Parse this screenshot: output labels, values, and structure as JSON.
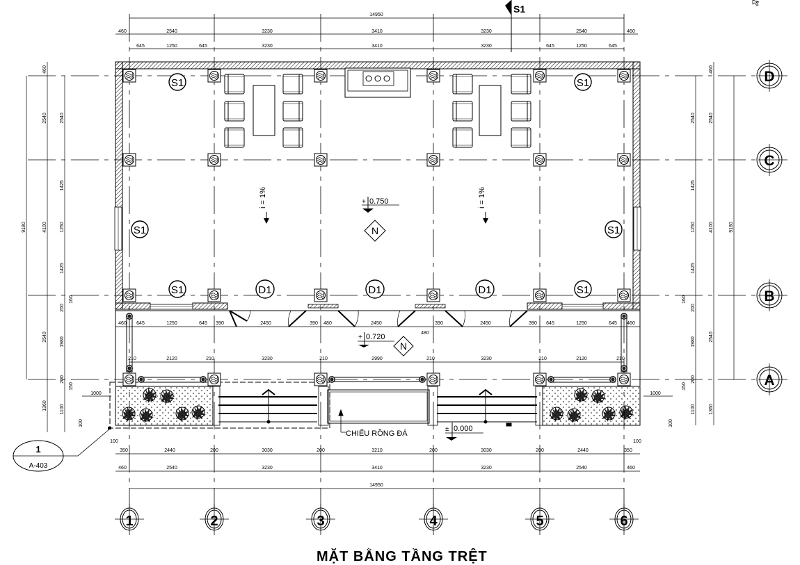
{
  "drawing": {
    "title": "MẶT BẰNG TẦNG TRỆT",
    "section_marker": "S1",
    "callout": {
      "number": "1",
      "sheet": "A-403"
    },
    "north_label": "N",
    "levels": {
      "hall": "0.750",
      "porch": "0.720",
      "ground": "0.000"
    },
    "level_prefix_hall": "+",
    "level_prefix_porch": "+",
    "level_prefix_ground": "±",
    "slope_label": "i = 1%",
    "paving_label": "CHIẾU RỒNG ĐÁ",
    "grid_columns": [
      "1",
      "2",
      "3",
      "4",
      "5",
      "6"
    ],
    "grid_rows": [
      "D",
      "C",
      "B",
      "A"
    ],
    "window_tags": [
      "S1",
      "S1",
      "S1",
      "S1",
      "S1",
      "S1",
      "S1",
      "S1"
    ],
    "door_tags": [
      "D1",
      "D1",
      "D1"
    ]
  },
  "dimensions": {
    "top_overall": "14950",
    "top_axes": [
      "460",
      "2540",
      "3230",
      "3410",
      "3230",
      "2540",
      "460"
    ],
    "top_detail": [
      "645",
      "1250",
      "645",
      "3230",
      "3410",
      "3230",
      "645",
      "1250",
      "645"
    ],
    "porch_top": [
      "460",
      "645",
      "1250",
      "645",
      "390",
      "2450",
      "390",
      "480",
      "2450",
      "390",
      "2450",
      "390",
      "645",
      "1250",
      "645",
      "460"
    ],
    "porch_door_offset": "480",
    "porch_mid": [
      "210",
      "2120",
      "210",
      "3230",
      "210",
      "2990",
      "210",
      "3230",
      "210",
      "2120",
      "210"
    ],
    "bottom_detail": [
      "100",
      "350",
      "2440",
      "200",
      "3030",
      "200",
      "3210",
      "200",
      "3030",
      "200",
      "2440",
      "350",
      "100"
    ],
    "bottom_axes": [
      "460",
      "2540",
      "3230",
      "3410",
      "3230",
      "2540",
      "460"
    ],
    "bottom_overall": "14950",
    "left_outer": [
      "460",
      "9180"
    ],
    "left_mid": [
      "2540",
      "4100",
      "2540",
      "1360"
    ],
    "left_inner": [
      "2540",
      "1425",
      "1250",
      "1425",
      "160",
      "200",
      "1980",
      "200",
      "150",
      "1100",
      "100"
    ],
    "left_planter": "1000",
    "right_outer": [
      "460",
      "9180"
    ],
    "right_mid": [
      "2540",
      "4100",
      "2540",
      "1360"
    ],
    "right_inner": [
      "2540",
      "1425",
      "1250",
      "1425",
      "160",
      "200",
      "1980",
      "200",
      "150",
      "1100",
      "100"
    ],
    "right_planter": "1000"
  }
}
